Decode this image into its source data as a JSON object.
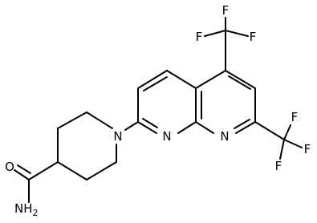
{
  "molecule": {
    "atoms": [
      {
        "id": "F1",
        "label": "F"
      },
      {
        "id": "F2",
        "label": "F"
      },
      {
        "id": "F3",
        "label": "F"
      },
      {
        "id": "F4",
        "label": "F"
      },
      {
        "id": "F5",
        "label": "F"
      },
      {
        "id": "F6",
        "label": "F"
      },
      {
        "id": "O1",
        "label": "O"
      },
      {
        "id": "N1",
        "label": "N"
      },
      {
        "id": "N2",
        "label": "N"
      },
      {
        "id": "N3",
        "label": "N"
      },
      {
        "id": "NH2",
        "label": "NH"
      },
      {
        "id": "NH2sub",
        "label": "2"
      }
    ],
    "colors": {
      "bond": "#000000",
      "label": "#000000",
      "background": "#ffffff"
    }
  }
}
